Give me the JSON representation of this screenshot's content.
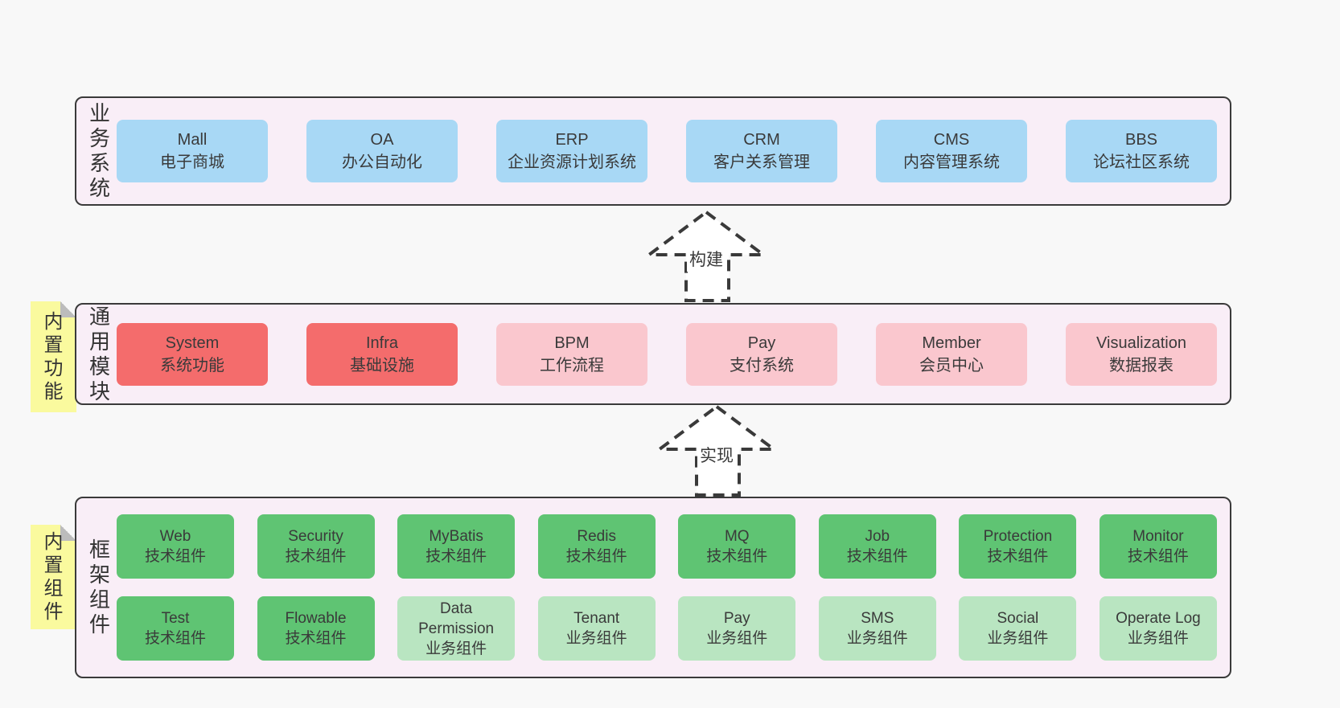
{
  "colors": {
    "page_background": "#f8f8f8",
    "layer_background": "#f9eef7",
    "layer_border": "#3a3a3a",
    "box_blue": "#a8d8f5",
    "box_red": "#f46c6c",
    "box_pink": "#fac7ce",
    "box_green_dark": "#5fc473",
    "box_green_light": "#b9e5c1",
    "note_yellow": "#fafa9e",
    "note_fold_gray": "#bcbcbc",
    "text": "#3a3a3a"
  },
  "arrows": {
    "build": "构建",
    "implement": "实现"
  },
  "layers": {
    "business": {
      "label": "业务系统",
      "boxes": [
        {
          "title": "Mall",
          "subtitle": "电子商城"
        },
        {
          "title": "OA",
          "subtitle": "办公自动化"
        },
        {
          "title": "ERP",
          "subtitle": "企业资源计划系统"
        },
        {
          "title": "CRM",
          "subtitle": "客户关系管理"
        },
        {
          "title": "CMS",
          "subtitle": "内容管理系统"
        },
        {
          "title": "BBS",
          "subtitle": "论坛社区系统"
        }
      ]
    },
    "common": {
      "label": "通用模块",
      "note": "内置功能",
      "boxes": [
        {
          "title": "System",
          "subtitle": "系统功能"
        },
        {
          "title": "Infra",
          "subtitle": "基础设施"
        },
        {
          "title": "BPM",
          "subtitle": "工作流程"
        },
        {
          "title": "Pay",
          "subtitle": "支付系统"
        },
        {
          "title": "Member",
          "subtitle": "会员中心"
        },
        {
          "title": "Visualization",
          "subtitle": "数据报表"
        }
      ]
    },
    "framework": {
      "label": "框架组件",
      "note": "内置组件",
      "row1": [
        {
          "title": "Web",
          "subtitle": "技术组件"
        },
        {
          "title": "Security",
          "subtitle": "技术组件"
        },
        {
          "title": "MyBatis",
          "subtitle": "技术组件"
        },
        {
          "title": "Redis",
          "subtitle": "技术组件"
        },
        {
          "title": "MQ",
          "subtitle": "技术组件"
        },
        {
          "title": "Job",
          "subtitle": "技术组件"
        },
        {
          "title": "Protection",
          "subtitle": "技术组件"
        },
        {
          "title": "Monitor",
          "subtitle": "技术组件"
        }
      ],
      "row2": [
        {
          "title": "Test",
          "subtitle": "技术组件"
        },
        {
          "title": "Flowable",
          "subtitle": "技术组件"
        },
        {
          "title": "Data\nPermission",
          "subtitle": "业务组件"
        },
        {
          "title": "Tenant",
          "subtitle": "业务组件"
        },
        {
          "title": "Pay",
          "subtitle": "业务组件"
        },
        {
          "title": "SMS",
          "subtitle": "业务组件"
        },
        {
          "title": "Social",
          "subtitle": "业务组件"
        },
        {
          "title": "Operate Log",
          "subtitle": "业务组件"
        }
      ]
    }
  }
}
